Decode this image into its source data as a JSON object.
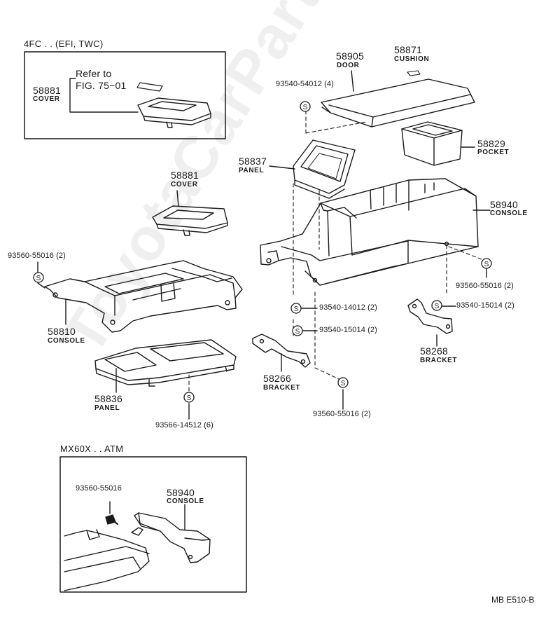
{
  "inset_top": {
    "header": "4FC . . (EFI, TWC)",
    "refer_line1": "Refer to",
    "refer_line2": "FIG. 75−01",
    "part_number": "58881",
    "part_name": "COVER"
  },
  "parts": {
    "door": {
      "number": "58905",
      "name": "DOOR"
    },
    "cushion": {
      "number": "58871",
      "name": "CUSHION"
    },
    "pocket": {
      "number": "58829",
      "name": "POCKET"
    },
    "panel_upper": {
      "number": "58837",
      "name": "PANEL"
    },
    "console_main": {
      "number": "58940",
      "name": "CONSOLE"
    },
    "cover": {
      "number": "58881",
      "name": "COVER"
    },
    "console_front": {
      "number": "58810",
      "name": "CONSOLE"
    },
    "panel_lower": {
      "number": "58836",
      "name": "PANEL"
    },
    "bracket_left": {
      "number": "58266",
      "name": "BRACKET"
    },
    "bracket_right": {
      "number": "58268",
      "name": "BRACKET"
    }
  },
  "bolts": {
    "b1": "93540-54012 (4)",
    "b2": "93560-55016 (2)",
    "b3": "93560-55016 (2)",
    "b4": "93540-14012 (2)",
    "b5": "93540-15014 (2)",
    "b6": "93540-15014 (2)",
    "b7": "93560-55016 (2)",
    "b8": "93566-14512 (6)"
  },
  "inset_bottom": {
    "header": "MX60X . . ATM",
    "bolt": "93560-55016",
    "part_number": "58940",
    "part_name": "CONSOLE"
  },
  "footer_code": "MB E510-B",
  "watermark": "ToyotaCarParts.ru",
  "screw_symbol": "S",
  "colors": {
    "ink": "#1a1a1a",
    "paper": "#ffffff"
  }
}
